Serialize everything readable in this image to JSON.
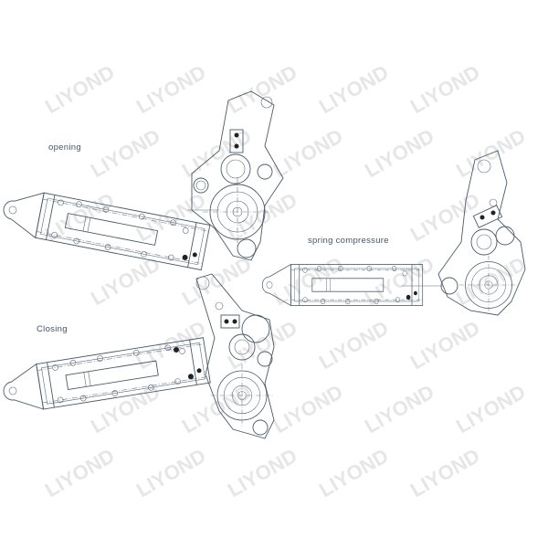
{
  "watermark": "LIYOND LIYOND LIYOND LIYOND LIYOND LIYOND LIYOND",
  "labels": {
    "opening": "opening",
    "spring_compressure": "spring compressure",
    "closing": "Closing"
  },
  "colors": {
    "line": "#4a5a6a",
    "watermark": "#e6e6e6",
    "text": "#445566"
  }
}
